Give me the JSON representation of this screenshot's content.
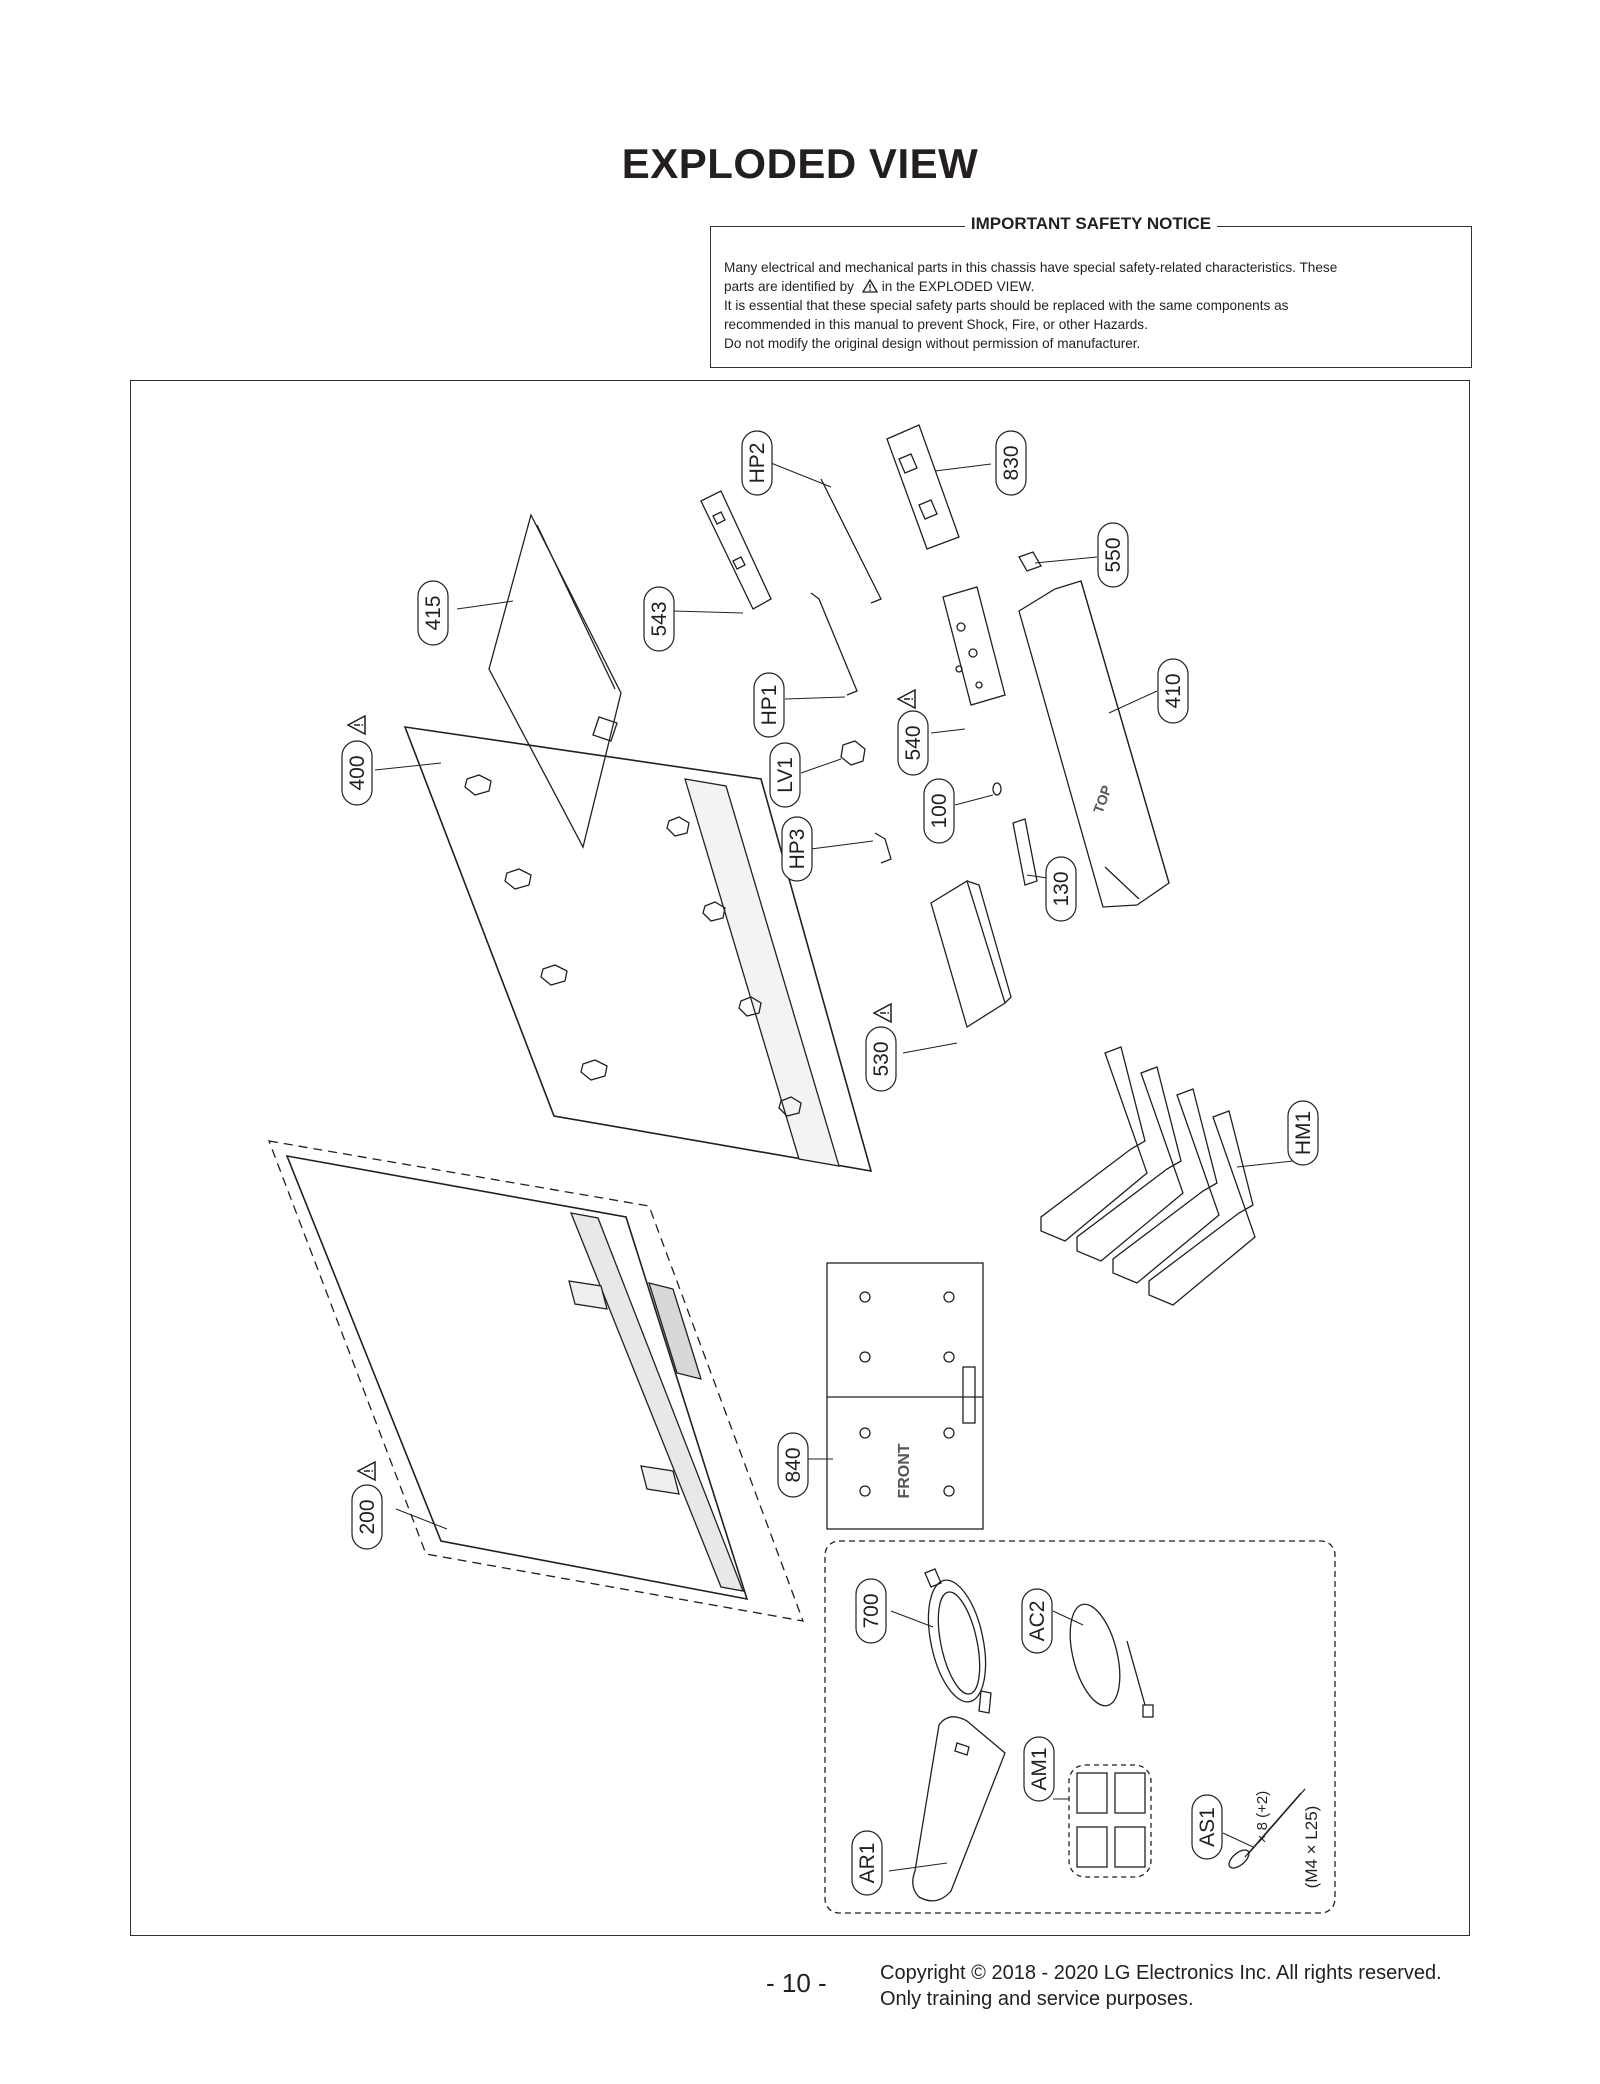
{
  "title": "EXPLODED VIEW",
  "notice": {
    "title": "IMPORTANT SAFETY NOTICE",
    "line1": "Many electrical and mechanical parts in this chassis have special safety-related characteristics. These",
    "line2_a": "parts are identified by",
    "line2_b": "in the EXPLODED VIEW.",
    "line3": "It is essential that these special safety parts should be replaced with the same components as",
    "line4": "recommended in this manual to prevent Shock, Fire, or other Hazards.",
    "line5": "Do not modify the original design without permission of manufacturer."
  },
  "parts": {
    "p415": "415",
    "p400": "400",
    "p200": "200",
    "p543": "543",
    "pHP2": "HP2",
    "p830": "830",
    "p550": "550",
    "p410": "410",
    "pHP1": "HP1",
    "p540": "540",
    "pLV1": "LV1",
    "p100": "100",
    "pHP3": "HP3",
    "p130": "130",
    "p530": "530",
    "pHM1": "HM1",
    "p840": "840",
    "p700": "700",
    "pAC2": "AC2",
    "pAM1": "AM1",
    "pAR1": "AR1",
    "pAS1": "AS1"
  },
  "stand_label": "FRONT",
  "stand_sticker_top": "TOP",
  "screw_qty": "× 8 (+2)",
  "screw_spec": "(M4 × L25)",
  "page_number": "- 10 -",
  "copyright_line1": "Copyright © 2018 - 2020 LG Electronics Inc. All rights reserved.",
  "copyright_line2": "Only training and service purposes."
}
